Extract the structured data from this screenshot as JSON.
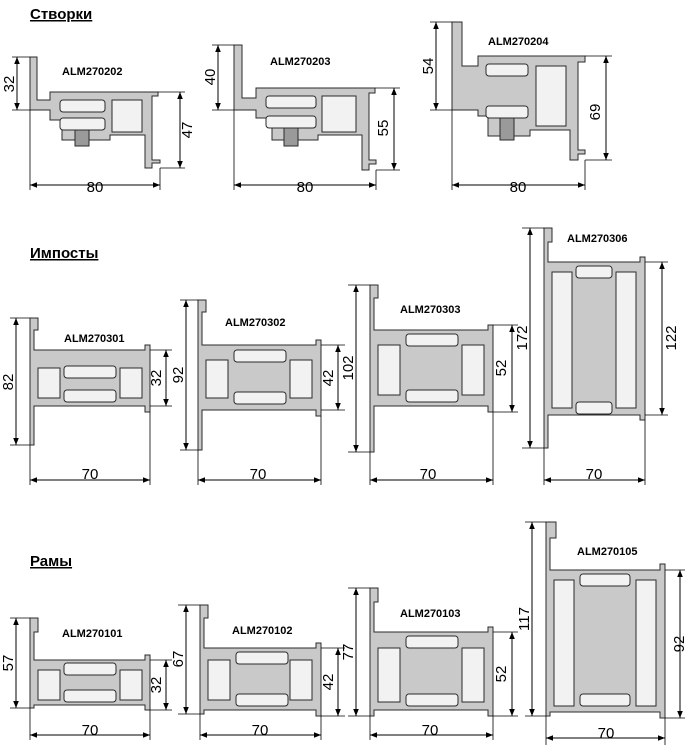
{
  "sections": [
    {
      "id": "stvorki",
      "title": "Створки",
      "profiles": [
        {
          "code": "ALM270202",
          "width": "80",
          "height_left": "32",
          "height_right": "47"
        },
        {
          "code": "ALM270203",
          "width": "80",
          "height_left": "40",
          "height_right": "55"
        },
        {
          "code": "ALM270204",
          "width": "80",
          "height_left": "54",
          "height_right": "69"
        }
      ]
    },
    {
      "id": "imposty",
      "title": "Импосты",
      "profiles": [
        {
          "code": "ALM270301",
          "width": "70",
          "height_left": "82",
          "height_right": "32"
        },
        {
          "code": "ALM270302",
          "width": "70",
          "height_left": "92",
          "height_right": "42"
        },
        {
          "code": "ALM270303",
          "width": "70",
          "height_left": "102",
          "height_right": "52"
        },
        {
          "code": "ALM270306",
          "width": "70",
          "height_left": "172",
          "height_right": "122"
        }
      ]
    },
    {
      "id": "ramy",
      "title": "Рамы",
      "profiles": [
        {
          "code": "ALM270101",
          "width": "70",
          "height_left": "57",
          "height_right": "32"
        },
        {
          "code": "ALM270102",
          "width": "70",
          "height_left": "67",
          "height_right": "42"
        },
        {
          "code": "ALM270103",
          "width": "70",
          "height_left": "77",
          "height_right": "52"
        },
        {
          "code": "ALM270105",
          "width": "70",
          "height_left": "117",
          "height_right": "92"
        }
      ]
    }
  ]
}
